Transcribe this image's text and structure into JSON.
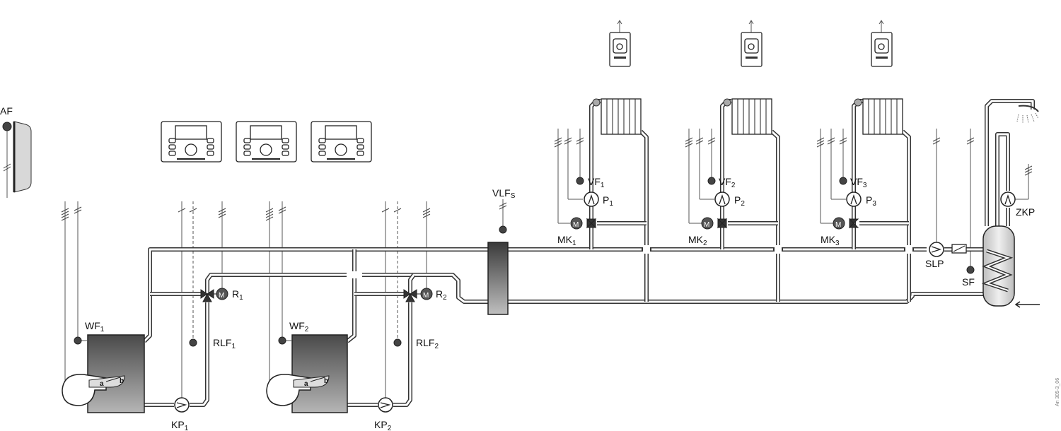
{
  "labels": {
    "af": "AF",
    "wf1": "WF",
    "wf1_sub": "1",
    "wf2": "WF",
    "wf2_sub": "2",
    "kp1": "KP",
    "kp1_sub": "1",
    "kp2": "KP",
    "kp2_sub": "2",
    "r1": "R",
    "r1_sub": "1",
    "r2": "R",
    "r2_sub": "2",
    "rlf1": "RLF",
    "rlf1_sub": "1",
    "rlf2": "RLF",
    "rlf2_sub": "2",
    "vlfs": "VLF",
    "vlfs_sub": "S",
    "vf1": "VF",
    "vf1_sub": "1",
    "vf2": "VF",
    "vf2_sub": "2",
    "vf3": "VF",
    "vf3_sub": "3",
    "p1": "P",
    "p1_sub": "1",
    "p2": "P",
    "p2_sub": "2",
    "p3": "P",
    "p3_sub": "3",
    "mk1": "MK",
    "mk1_sub": "1",
    "mk2": "MK",
    "mk2_sub": "2",
    "mk3": "MK",
    "mk3_sub": "3",
    "slp": "SLP",
    "sf": "SF",
    "zkp": "ZKP",
    "burner_a": "a",
    "burner_b": "b",
    "motor_m": "M",
    "doc_code": "An 305-3_06"
  }
}
